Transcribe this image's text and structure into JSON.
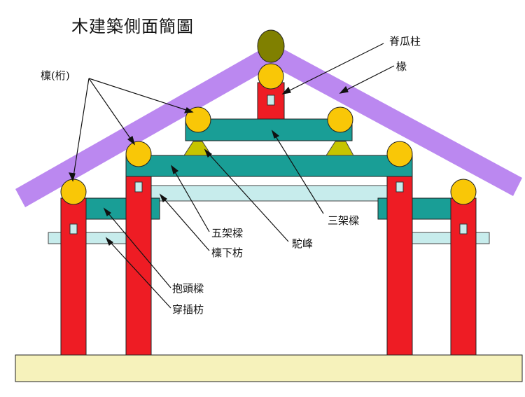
{
  "title": "木建築側面簡圖",
  "labels": {
    "purlin": "檁(桁)",
    "ridge_post": "脊瓜柱",
    "rafter": "椽",
    "five_beam": "五架樑",
    "purlin_tie": "檁下枋",
    "camel_hump": "駝峰",
    "three_beam": "三架樑",
    "hugging_beam": "抱頭樑",
    "through_tie": "穿插枋"
  },
  "colors": {
    "rafter": "#bb88f0",
    "column": "#ee1c24",
    "beam": "#199e96",
    "purlin": "#f9c707",
    "tie": "#c7ecec",
    "base": "#f6f2bb",
    "ridge": "#808000",
    "camel_hump": "#c6c400"
  }
}
